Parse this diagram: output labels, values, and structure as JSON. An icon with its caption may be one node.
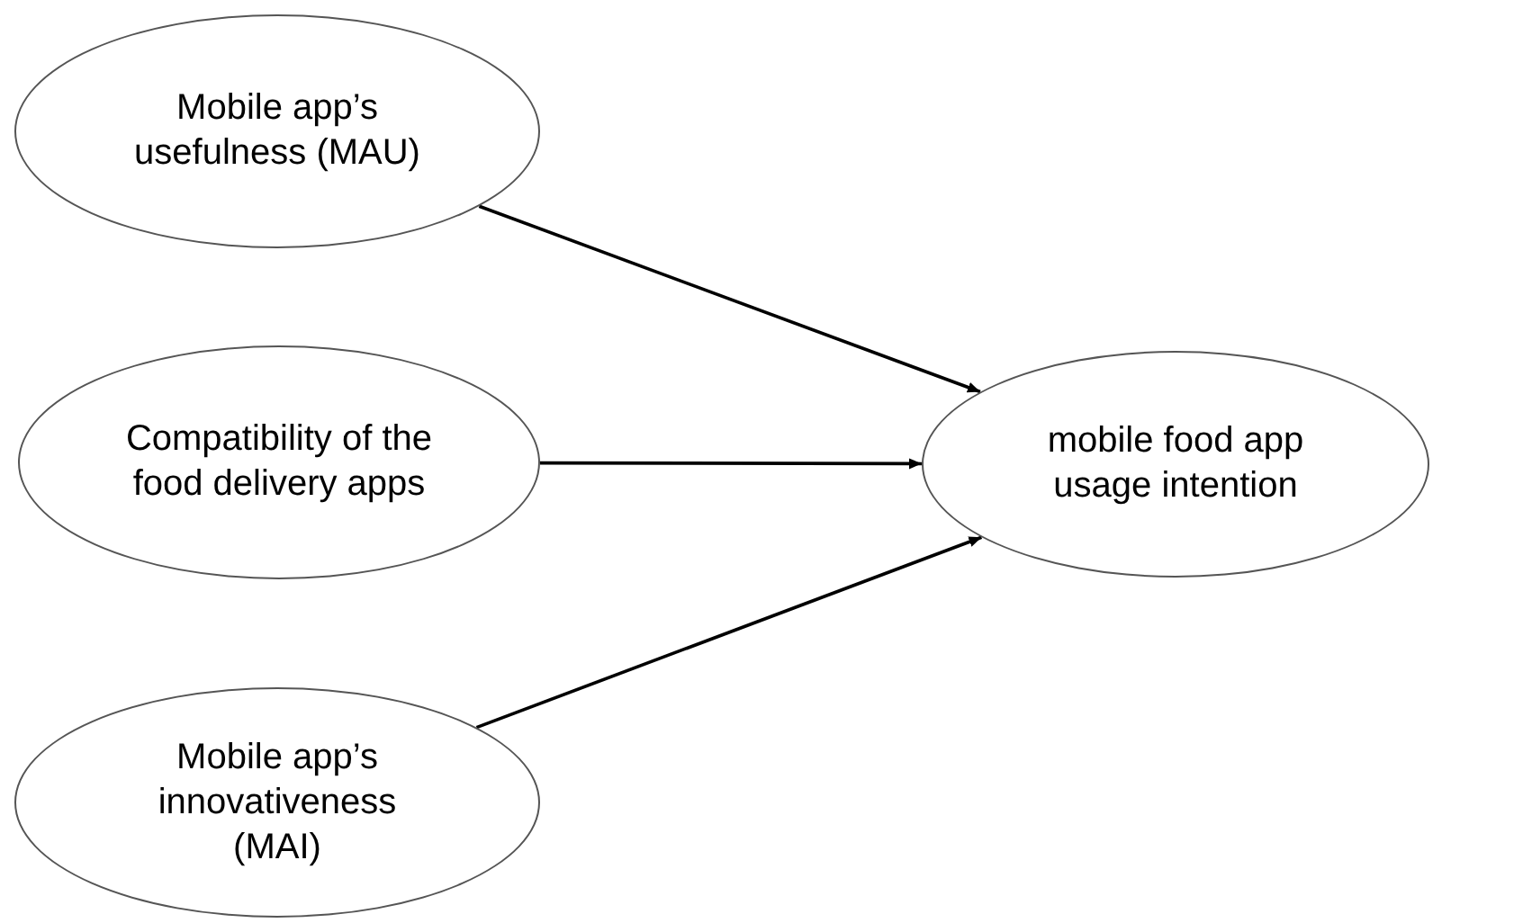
{
  "diagram": {
    "nodes": [
      {
        "text": [
          "Mobile app’s usefulness (MAU)"
        ]
      },
      {
        "text": [
          "Compatibility of the food delivery apps"
        ]
      },
      {
        "text": [
          "Mobile app’s innovativeness (MAI)"
        ]
      },
      {
        "text": [
          "mobile food app usage intention"
        ]
      }
    ],
    "edges": [
      {
        "from": 0,
        "to": 3,
        "arrow": "to"
      },
      {
        "from": 1,
        "to": 3,
        "arrow": "to"
      },
      {
        "from": 2,
        "to": 3,
        "arrow": "to"
      }
    ]
  }
}
